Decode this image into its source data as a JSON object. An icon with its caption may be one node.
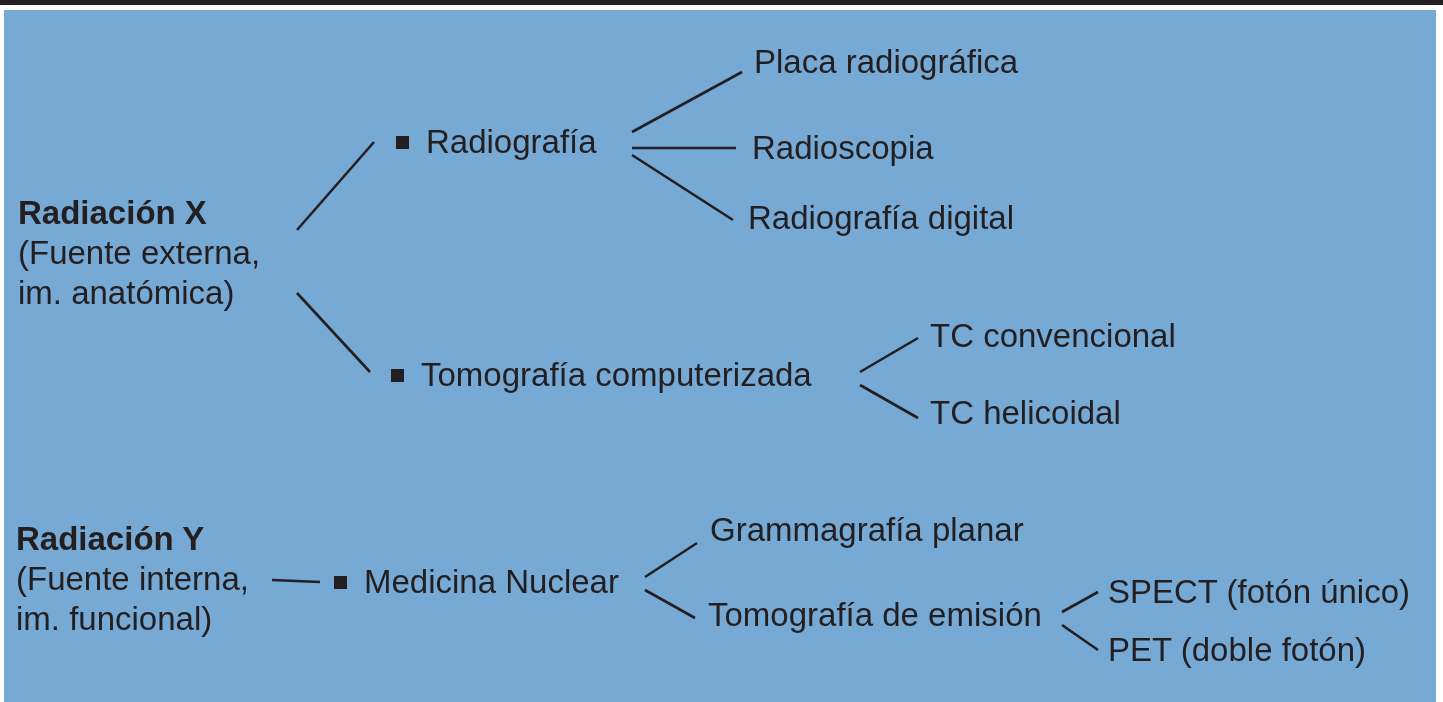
{
  "diagram": {
    "nodes": [
      {
        "text": [
          "Radiación X",
          "(Fuente externa, im. anatómica)"
        ]
      },
      {
        "text": [
          "Radiografía"
        ]
      },
      {
        "text": [
          "Placa radiográfica"
        ]
      },
      {
        "text": [
          "Radioscopia"
        ]
      },
      {
        "text": [
          "Radiografía digital"
        ]
      },
      {
        "text": [
          "Tomografía computerizada"
        ]
      },
      {
        "text": [
          "TC convencional"
        ]
      },
      {
        "text": [
          "TC helicoidal"
        ]
      },
      {
        "text": [
          "Radiación Y",
          "(Fuente interna, im. funcional)"
        ]
      },
      {
        "text": [
          "Medicina Nuclear"
        ]
      },
      {
        "text": [
          "Grammagrafía planar"
        ]
      },
      {
        "text": [
          "Tomografía de emisión"
        ]
      },
      {
        "text": [
          "SPECT (fotón único)"
        ]
      },
      {
        "text": [
          "PET (doble fotón)"
        ]
      }
    ],
    "edges": [
      {
        "from": 0,
        "to": 1,
        "arrow": "none"
      },
      {
        "from": 0,
        "to": 5,
        "arrow": "none"
      },
      {
        "from": 1,
        "to": 2,
        "arrow": "none"
      },
      {
        "from": 1,
        "to": 3,
        "arrow": "none"
      },
      {
        "from": 1,
        "to": 4,
        "arrow": "none"
      },
      {
        "from": 5,
        "to": 6,
        "arrow": "none"
      },
      {
        "from": 5,
        "to": 7,
        "arrow": "none"
      },
      {
        "from": 8,
        "to": 9,
        "arrow": "none"
      },
      {
        "from": 9,
        "to": 10,
        "arrow": "none"
      },
      {
        "from": 9,
        "to": 11,
        "arrow": "none"
      },
      {
        "from": 11,
        "to": 12,
        "arrow": "none"
      },
      {
        "from": 11,
        "to": 13,
        "arrow": "none"
      }
    ]
  }
}
